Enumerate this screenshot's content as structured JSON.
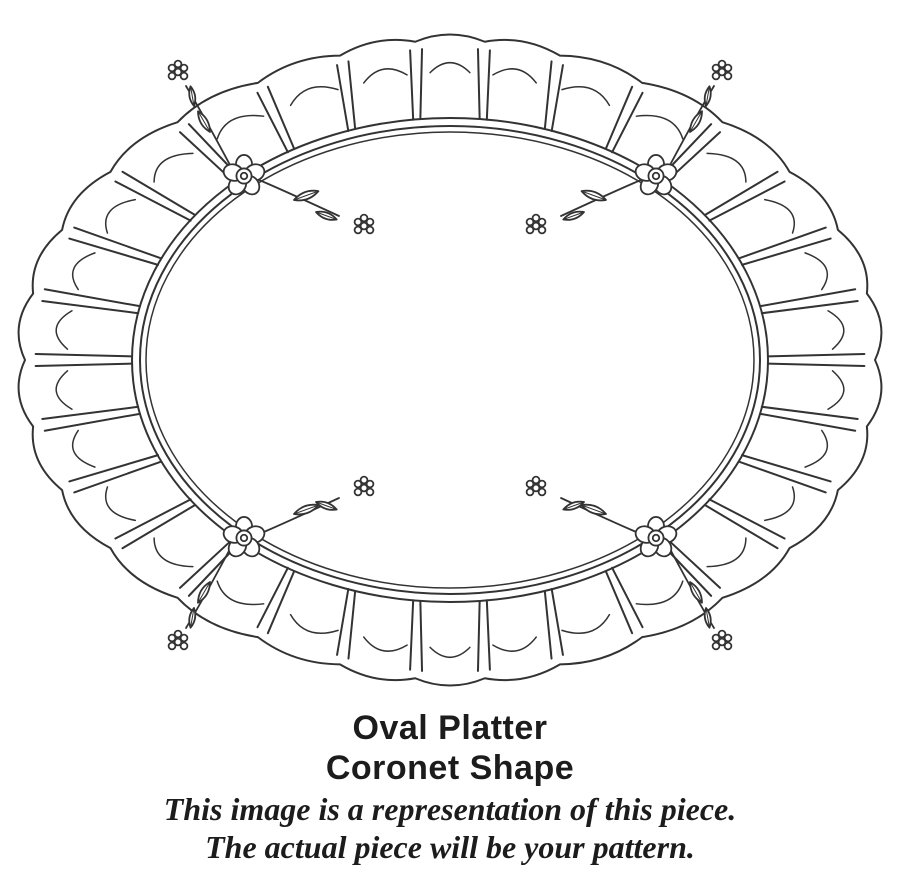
{
  "colors": {
    "background": "#ffffff",
    "line": "#333333",
    "text": "#1c1c1c"
  },
  "caption": {
    "title": "Oval Platter",
    "shape": "Coronet Shape",
    "note_line_1": "This image is a representation of this piece.",
    "note_line_2": "The actual piece will be your pattern."
  },
  "icons": {
    "flower": "flower-icon",
    "leaf": "leaf-icon",
    "berry_cluster": "berry-cluster-icon"
  }
}
